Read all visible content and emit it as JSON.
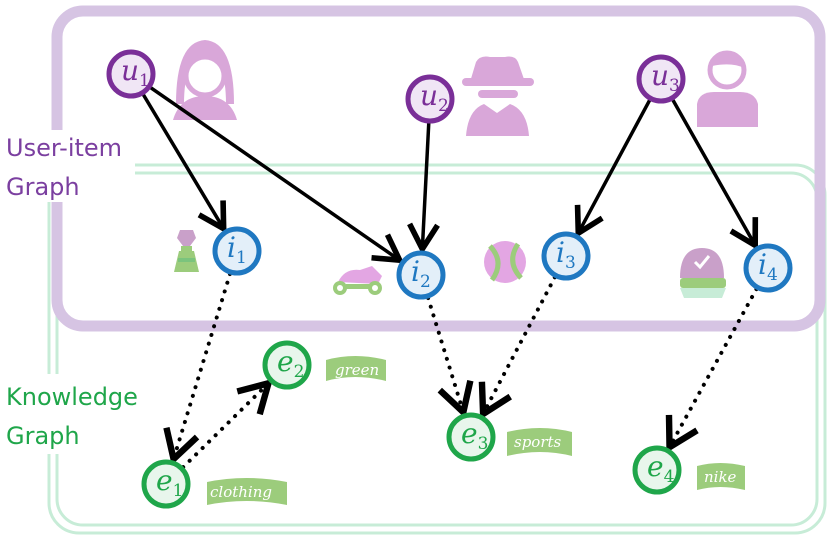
{
  "regions": {
    "user_item": {
      "label_line1": "User-item",
      "label_line2": "Graph",
      "color": "#7b3fa0",
      "frame": "#d6c4e3"
    },
    "knowledge": {
      "label_line1": "Knowledge",
      "label_line2": "Graph",
      "color": "#1fa64a",
      "frame": "#c7ecd7"
    }
  },
  "users": [
    {
      "id": "u1",
      "letter": "u",
      "sub": "1",
      "icon": "woman-icon"
    },
    {
      "id": "u2",
      "letter": "u",
      "sub": "2",
      "icon": "detective-icon"
    },
    {
      "id": "u3",
      "letter": "u",
      "sub": "3",
      "icon": "man-icon"
    }
  ],
  "items": [
    {
      "id": "i1",
      "letter": "i",
      "sub": "1",
      "icon": "dress-icon"
    },
    {
      "id": "i2",
      "letter": "i",
      "sub": "2",
      "icon": "motorcycle-icon"
    },
    {
      "id": "i3",
      "letter": "i",
      "sub": "3",
      "icon": "baseball-icon"
    },
    {
      "id": "i4",
      "letter": "i",
      "sub": "4",
      "icon": "cap-icon"
    }
  ],
  "entities": [
    {
      "id": "e1",
      "letter": "e",
      "sub": "1",
      "tag": "clothing"
    },
    {
      "id": "e2",
      "letter": "e",
      "sub": "2",
      "tag": "green"
    },
    {
      "id": "e3",
      "letter": "e",
      "sub": "3",
      "tag": "sports"
    },
    {
      "id": "e4",
      "letter": "e",
      "sub": "4",
      "tag": "nike"
    }
  ],
  "interactions": [
    {
      "from": "u1",
      "to": "i1"
    },
    {
      "from": "u1",
      "to": "i2"
    },
    {
      "from": "u2",
      "to": "i2"
    },
    {
      "from": "u3",
      "to": "i3"
    },
    {
      "from": "u3",
      "to": "i4"
    }
  ],
  "knowledge_links": [
    {
      "from": "i1",
      "to": "e1"
    },
    {
      "from": "e1",
      "to": "e2"
    },
    {
      "from": "i2",
      "to": "e3"
    },
    {
      "from": "i3",
      "to": "e3"
    },
    {
      "from": "i4",
      "to": "e4"
    }
  ],
  "colors": {
    "user_stroke": "#7a2f98",
    "user_fill": "#f0e6f5",
    "item_stroke": "#1f78c1",
    "item_fill": "#e3eff9",
    "entity_stroke": "#1fa64a",
    "entity_fill": "#e8f6ec",
    "tag_fill": "#9ccc7c",
    "user_icon": "#d9a7d9",
    "edge": "#000000"
  }
}
